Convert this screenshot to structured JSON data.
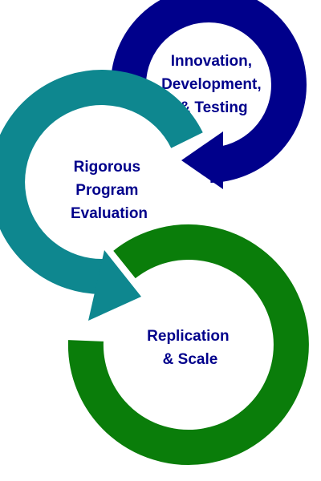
{
  "diagram": {
    "stages": [
      {
        "id": "innovation",
        "lines": [
          "Innovation,",
          "Development,",
          "& Testing"
        ],
        "color": "#00008b",
        "shape": "arrow-ring"
      },
      {
        "id": "evaluation",
        "lines": [
          "Rigorous",
          "Program",
          "Evaluation"
        ],
        "color": "#0e878f",
        "shape": "arrow-ring"
      },
      {
        "id": "replication",
        "lines": [
          "Replication",
          "& Scale"
        ],
        "color": "#0a7d0a",
        "shape": "ring"
      }
    ]
  }
}
